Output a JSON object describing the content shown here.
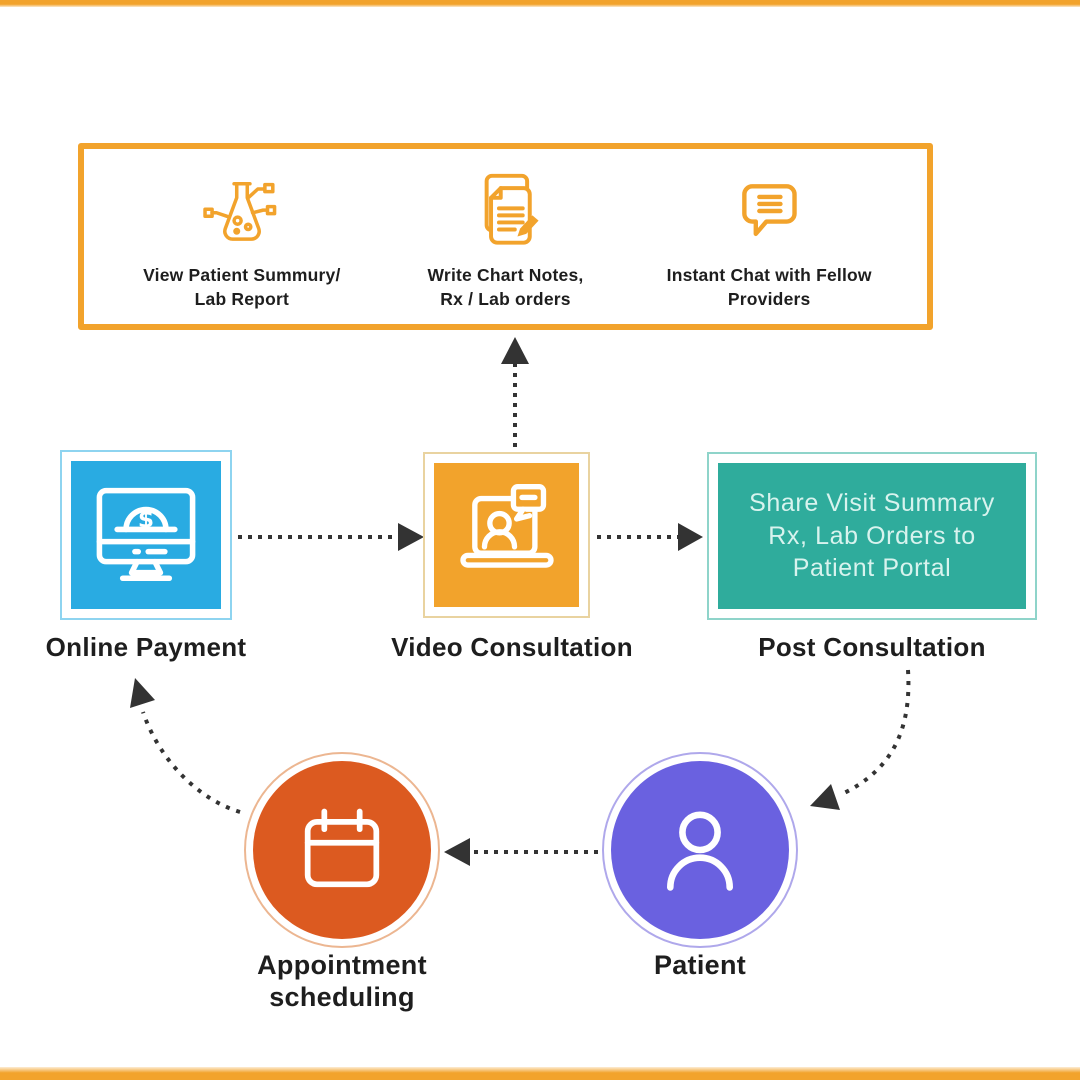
{
  "colors": {
    "accent_orange": "#F2A32C",
    "blue": "#29ABE2",
    "teal": "#2FAC9C",
    "red_orange": "#DC5A20",
    "purple": "#6A61E0",
    "arrow": "#333333",
    "label_text": "#1E1E1E",
    "teal_box_text": "#D8F3EE"
  },
  "top_panel": {
    "items": [
      {
        "icon": "lab-flask-icon",
        "label": "View Patient Summury/\nLab Report"
      },
      {
        "icon": "chart-notes-icon",
        "label": "Write Chart Notes,\nRx / Lab orders"
      },
      {
        "icon": "chat-bubble-icon",
        "label": "Instant Chat with Fellow\nProviders"
      }
    ]
  },
  "nodes": {
    "online_payment": {
      "label": "Online Payment",
      "icon": "monitor-dollar-icon"
    },
    "video_consultation": {
      "label": "Video Consultation",
      "icon": "laptop-video-call-icon"
    },
    "post_consultation": {
      "label": "Post Consultation",
      "box_text": "Share Visit Summary\nRx, Lab Orders to\nPatient Portal"
    },
    "appointment_scheduling": {
      "label": "Appointment\nscheduling",
      "icon": "calendar-icon"
    },
    "patient": {
      "label": "Patient",
      "icon": "person-icon"
    }
  }
}
